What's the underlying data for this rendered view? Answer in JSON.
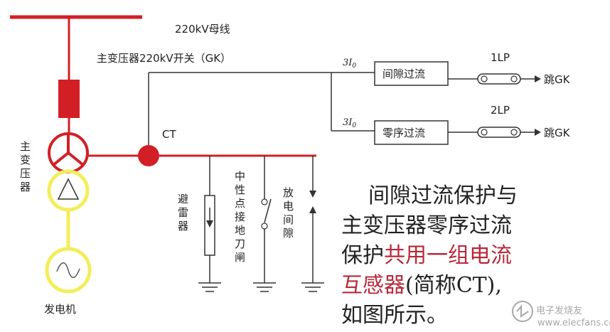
{
  "labels": {
    "busbar": "220kV母线",
    "main_switch": "主变压器220kV开关（GK）",
    "ct": "CT",
    "current_top": "3I",
    "current_top_sub": "0",
    "current_bottom": "3I",
    "current_bottom_sub": "0",
    "relay_gap": "间隙过流",
    "relay_zero": "零序过流",
    "lp1": "1LP",
    "lp2": "2LP",
    "trip1": "跳GK",
    "trip2": "跳GK",
    "transformer": [
      "主",
      "变",
      "压",
      "器"
    ],
    "arrester": [
      "避",
      "雷",
      "器"
    ],
    "neutral_switch": [
      "中",
      "性",
      "点",
      "接",
      "地",
      "刀",
      "闸"
    ],
    "discharge_gap": [
      "放",
      "电",
      "间",
      "隙"
    ],
    "generator": "发电机"
  },
  "description": {
    "line1": "间隙过流保护与",
    "line2": "主变压器零序过流",
    "line3_a": "保护",
    "line3_b": "共用一组电流",
    "line4_a": "互感器",
    "line4_b": "(简称CT),",
    "line5": "如图所示。"
  },
  "watermark": {
    "text": "电子发烧友",
    "url": "www.elecfans.com"
  },
  "colors": {
    "red": "#d21f26",
    "yellow": "#f3ee5a",
    "line": "#333333",
    "accent_text": "#b52a3a"
  }
}
